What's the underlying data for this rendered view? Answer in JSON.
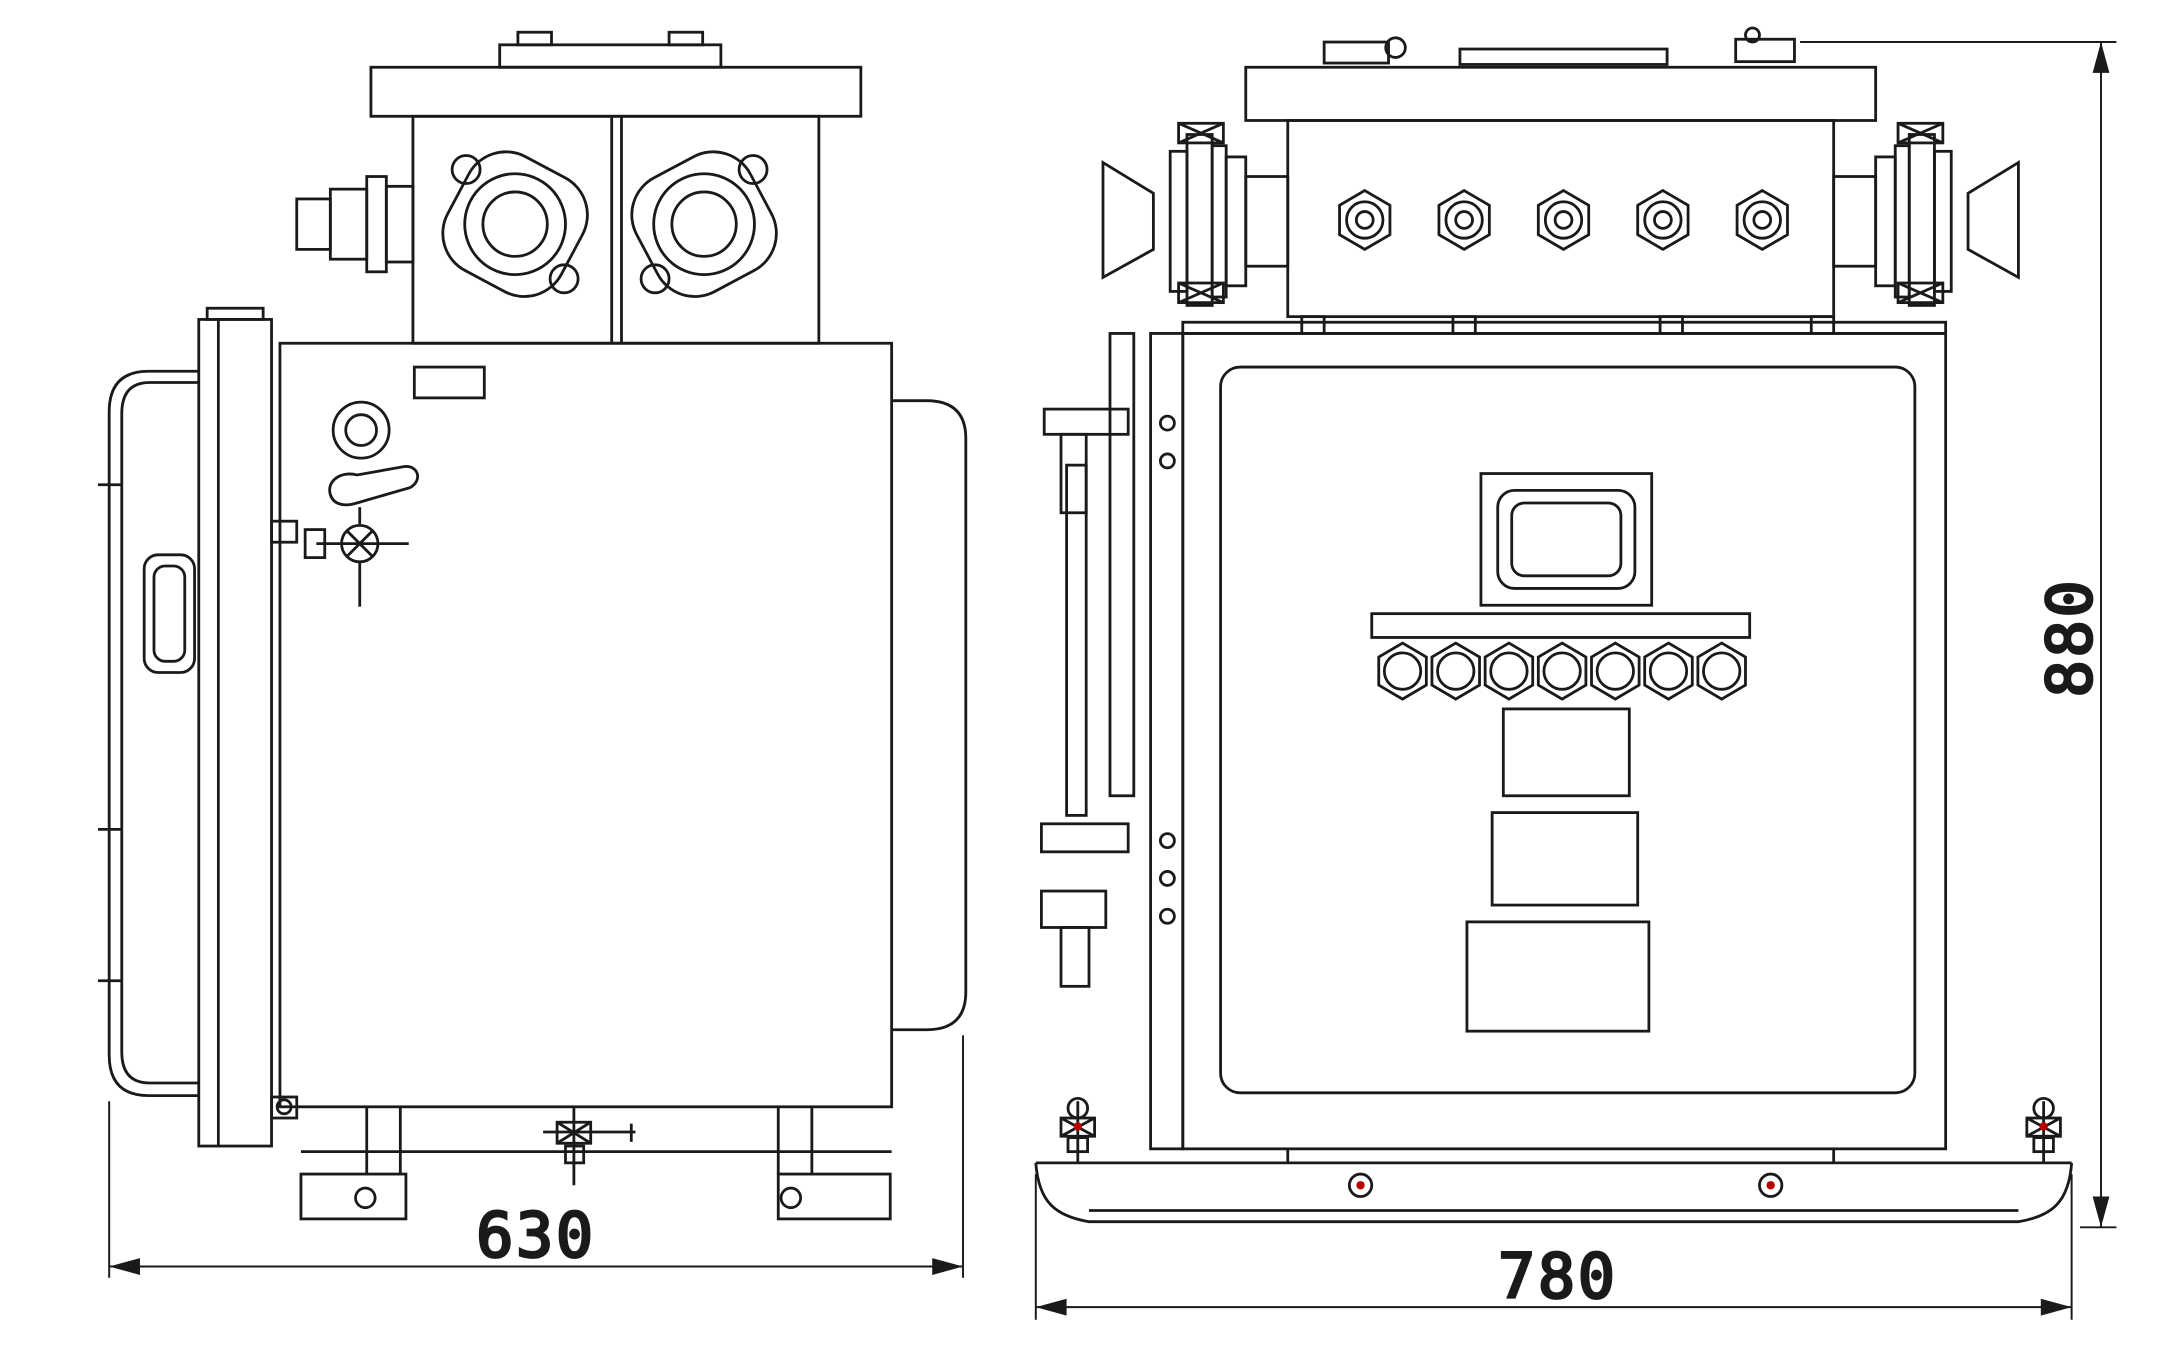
{
  "drawing": {
    "colors": {
      "paper": "#ffffff",
      "line": "#1a1a1a",
      "marker": "#bb0000"
    },
    "dimensions": {
      "side_width": "630",
      "front_width": "780",
      "height": "880"
    }
  }
}
